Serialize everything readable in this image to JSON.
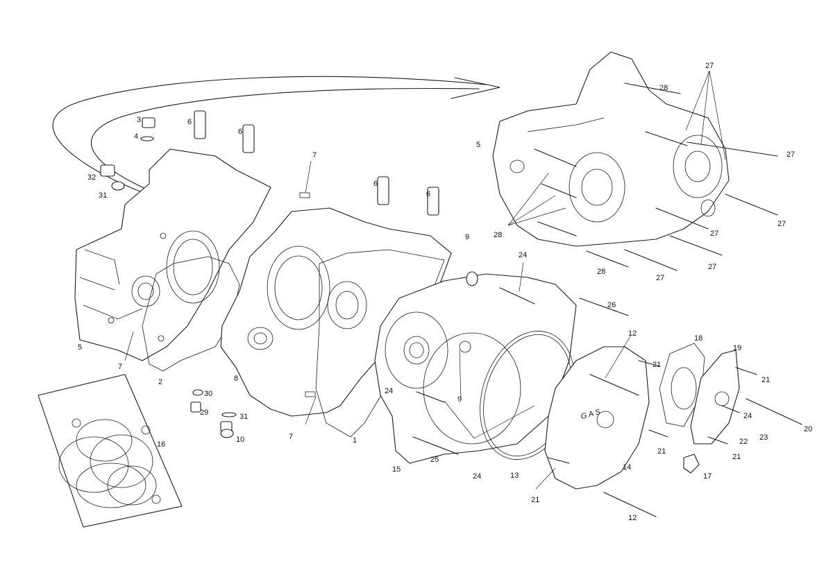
{
  "diagram": {
    "type": "exploded-parts-diagram",
    "subject": "engine crankcase assembly",
    "cover_lettering": "G A S",
    "callouts": [
      {
        "id": "c1",
        "text": "1"
      },
      {
        "id": "c2",
        "text": "2"
      },
      {
        "id": "c3",
        "text": "3"
      },
      {
        "id": "c4",
        "text": "4"
      },
      {
        "id": "c5a",
        "text": "5"
      },
      {
        "id": "c5b",
        "text": "5"
      },
      {
        "id": "c6a",
        "text": "6"
      },
      {
        "id": "c6b",
        "text": "6"
      },
      {
        "id": "c6c",
        "text": "6"
      },
      {
        "id": "c6d",
        "text": "6"
      },
      {
        "id": "c7a",
        "text": "7"
      },
      {
        "id": "c7b",
        "text": "7"
      },
      {
        "id": "c7c",
        "text": "7"
      },
      {
        "id": "c8",
        "text": "8"
      },
      {
        "id": "c9a",
        "text": "9"
      },
      {
        "id": "c9b",
        "text": "9"
      },
      {
        "id": "c10",
        "text": "10"
      },
      {
        "id": "c12a",
        "text": "12"
      },
      {
        "id": "c12b",
        "text": "12"
      },
      {
        "id": "c13",
        "text": "13"
      },
      {
        "id": "c14",
        "text": "14"
      },
      {
        "id": "c15",
        "text": "15"
      },
      {
        "id": "c16",
        "text": "16"
      },
      {
        "id": "c17",
        "text": "17"
      },
      {
        "id": "c18",
        "text": "18"
      },
      {
        "id": "c19",
        "text": "19"
      },
      {
        "id": "c20",
        "text": "20"
      },
      {
        "id": "c21a",
        "text": "21"
      },
      {
        "id": "c21b",
        "text": "21"
      },
      {
        "id": "c21c",
        "text": "21"
      },
      {
        "id": "c21d",
        "text": "21"
      },
      {
        "id": "c21e",
        "text": "21"
      },
      {
        "id": "c22",
        "text": "22"
      },
      {
        "id": "c23",
        "text": "23"
      },
      {
        "id": "c24a",
        "text": "24"
      },
      {
        "id": "c24b",
        "text": "24"
      },
      {
        "id": "c24c",
        "text": "24"
      },
      {
        "id": "c24d",
        "text": "24"
      },
      {
        "id": "c25",
        "text": "25"
      },
      {
        "id": "c26",
        "text": "26"
      },
      {
        "id": "c27a",
        "text": "27"
      },
      {
        "id": "c27b",
        "text": "27"
      },
      {
        "id": "c27c",
        "text": "27"
      },
      {
        "id": "c27d",
        "text": "27"
      },
      {
        "id": "c27e",
        "text": "27"
      },
      {
        "id": "c27f",
        "text": "27"
      },
      {
        "id": "c28a",
        "text": "28"
      },
      {
        "id": "c28b",
        "text": "28"
      },
      {
        "id": "c28c",
        "text": "28"
      },
      {
        "id": "c29",
        "text": "29"
      },
      {
        "id": "c30",
        "text": "30"
      },
      {
        "id": "c31a",
        "text": "31"
      },
      {
        "id": "c31b",
        "text": "31"
      },
      {
        "id": "c32",
        "text": "32"
      }
    ]
  }
}
